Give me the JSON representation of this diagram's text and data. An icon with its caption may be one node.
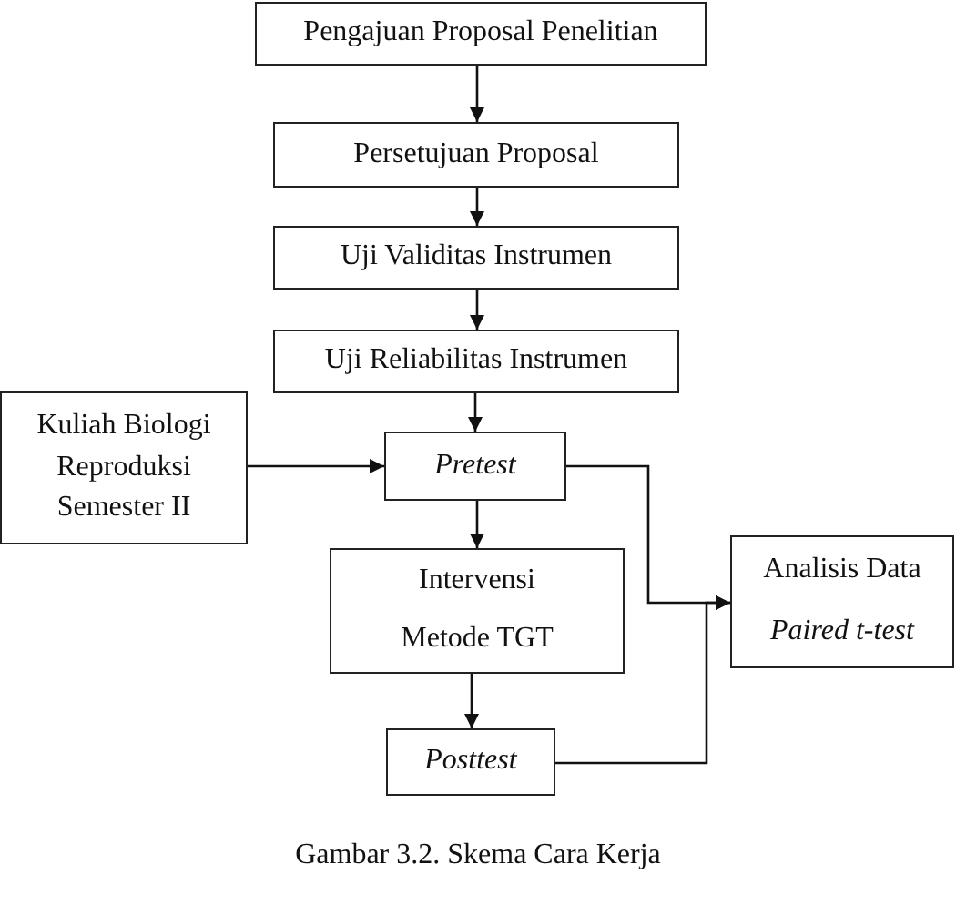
{
  "diagram": {
    "caption": "Gambar 3.2. Skema Cara Kerja",
    "nodes": [
      {
        "text": [
          "Pengajuan Proposal Penelitian"
        ]
      },
      {
        "text": [
          "Persetujuan Proposal"
        ]
      },
      {
        "text": [
          "Uji Validitas Instrumen"
        ]
      },
      {
        "text": [
          "Uji Reliabilitas Instrumen"
        ]
      },
      {
        "text": [
          "Kuliah Biologi Reproduksi Semester II"
        ]
      },
      {
        "text": [
          "Pretest"
        ]
      },
      {
        "text": [
          "Intervensi",
          "Metode TGT"
        ]
      },
      {
        "text": [
          "Analisis Data",
          "Paired t-test"
        ]
      },
      {
        "text": [
          "Posttest"
        ]
      }
    ],
    "edges": [
      {
        "from": 0,
        "to": 1,
        "arrow": "to"
      },
      {
        "from": 1,
        "to": 2,
        "arrow": "to"
      },
      {
        "from": 2,
        "to": 3,
        "arrow": "to"
      },
      {
        "from": 3,
        "to": 5,
        "arrow": "to"
      },
      {
        "from": 4,
        "to": 5,
        "arrow": "to"
      },
      {
        "from": 5,
        "to": 6,
        "arrow": "to"
      },
      {
        "from": 6,
        "to": 8,
        "arrow": "to"
      },
      {
        "from": 5,
        "to": 7,
        "arrow": "to"
      },
      {
        "from": 8,
        "to": 7,
        "arrow": "to"
      }
    ]
  }
}
